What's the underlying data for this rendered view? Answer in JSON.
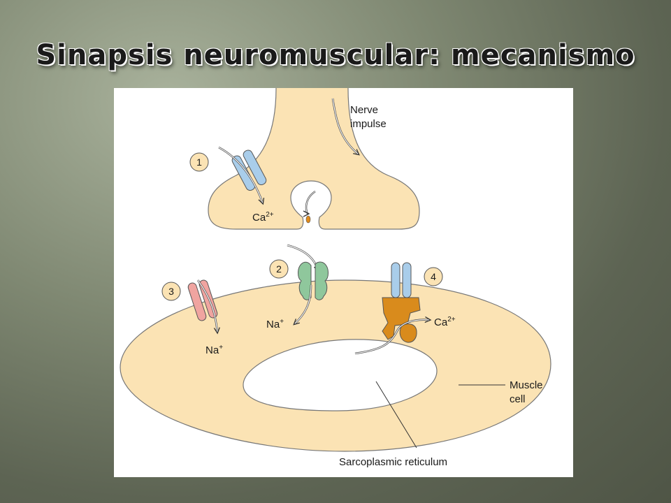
{
  "slide": {
    "title": "Sinapsis neuromuscular: mecanismo"
  },
  "diagram": {
    "labels": {
      "nerve_impulse_line1": "Nerve",
      "nerve_impulse_line2": "impulse",
      "muscle_cell_line1": "Muscle",
      "muscle_cell_line2": "cell",
      "sarcoplasmic_reticulum": "Sarcoplasmic reticulum",
      "ca_top_base": "Ca",
      "ca_top_sup": "2+",
      "na_left_base": "Na",
      "na_left_sup": "+",
      "na_mid_base": "Na",
      "na_mid_sup": "+",
      "ca_right_base": "Ca",
      "ca_right_sup": "2+"
    },
    "steps": [
      "1",
      "2",
      "3",
      "4"
    ],
    "colors": {
      "cell_fill": "#fbe3b4",
      "calcium_channel": "#a9cdea",
      "receptor": "#8fc79c",
      "sodium_channel": "#f0a4a0",
      "release_channel": "#d98b1c",
      "step_circle": "#fbe3b4"
    }
  }
}
